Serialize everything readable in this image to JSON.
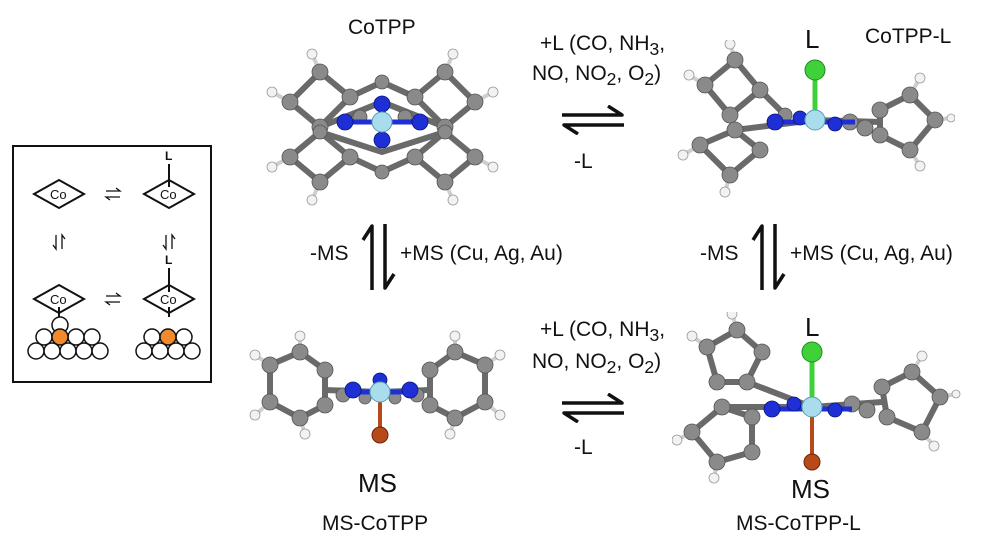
{
  "labels": {
    "cotpp": "CoTPP",
    "cotpp_l": "CoTPP-L",
    "ms_cotpp": "MS-CoTPP",
    "ms_cotpp_l": "MS-CoTPP-L",
    "ligand_atom": "L",
    "ms_atom": "MS"
  },
  "reactions": {
    "add_l_line1": "+L (CO, NH",
    "add_l_line1_sub": "3",
    "add_l_line1_end": ",",
    "add_l_line2_a": "NO, NO",
    "add_l_line2_sub1": "2",
    "add_l_line2_b": ", O",
    "add_l_line2_sub2": "2",
    "add_l_line2_c": ")",
    "remove_l": "-L",
    "remove_ms": "-MS",
    "add_ms": "+MS (Cu, Ag, Au)"
  },
  "inset": {
    "co_label": "Co",
    "l_label": "L"
  },
  "colors": {
    "carbon": "#8a8a8a",
    "hydrogen": "#f2f2f2",
    "nitrogen": "#1f2fd6",
    "cobalt": "#a9dced",
    "ligand": "#3fd13a",
    "substrate_atom": "#b84a1a",
    "inset_surface_atom": "#f08a2c"
  }
}
